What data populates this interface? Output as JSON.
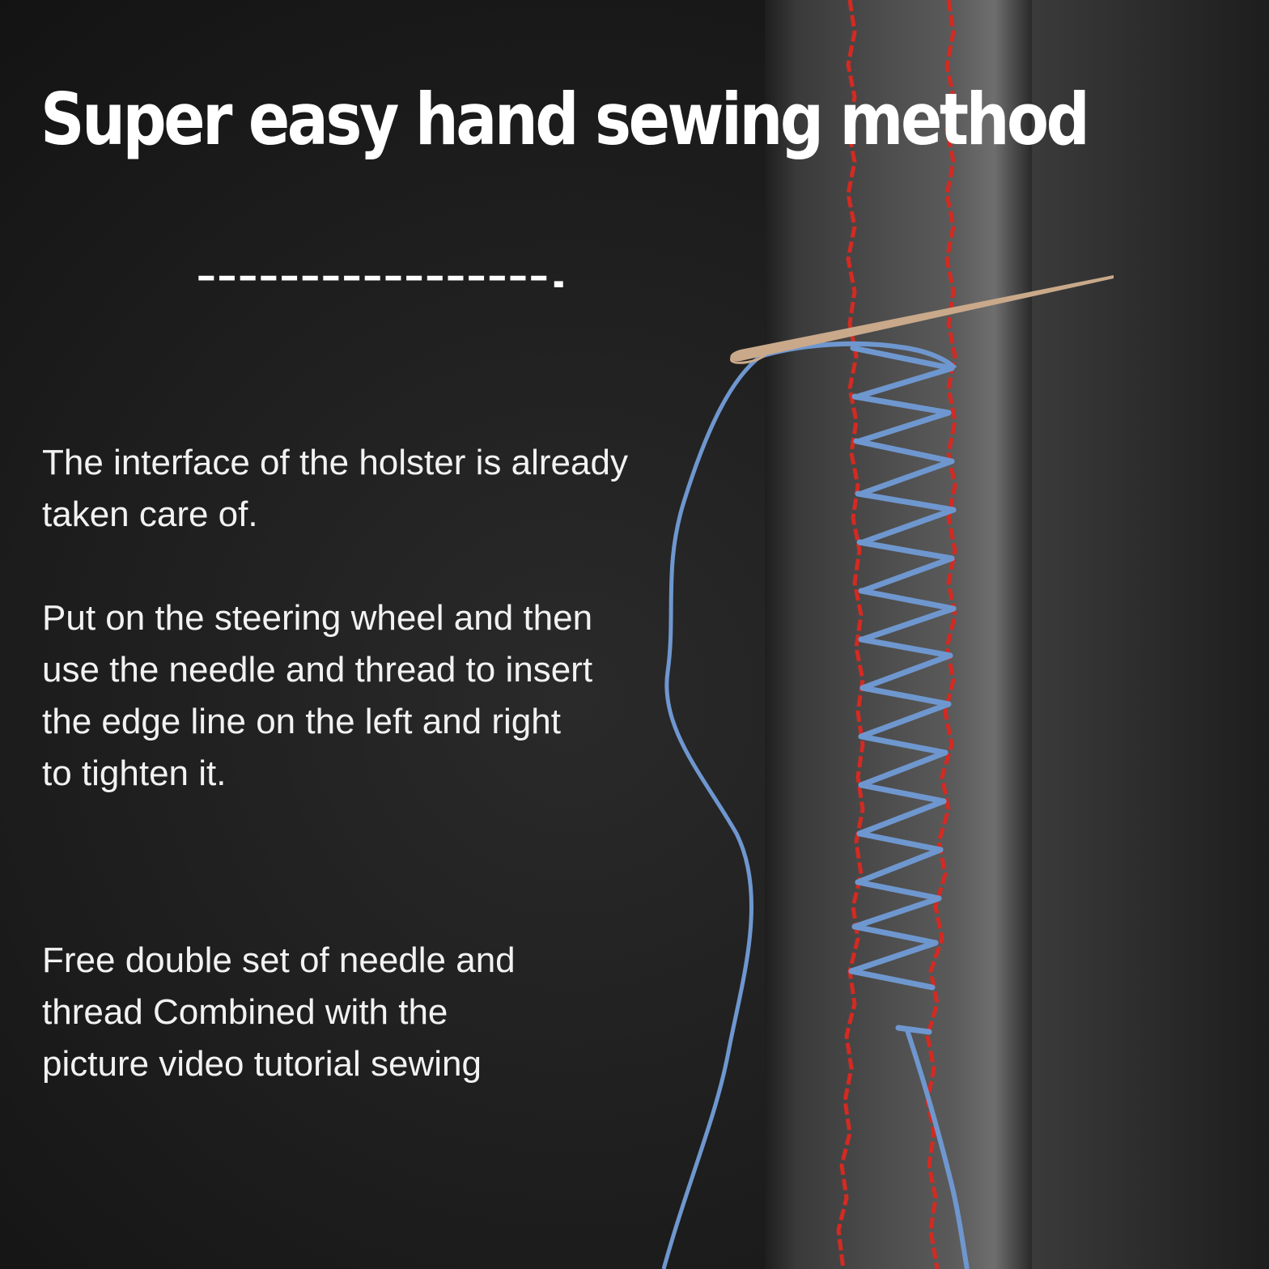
{
  "headline": "Super easy hand sewing method",
  "divider": "-----------------.",
  "paragraphs": [
    {
      "lines": [
        "The interface of the holster is already",
        "taken care of."
      ]
    },
    {
      "lines": [
        "Put on the steering wheel and then",
        "use the needle and thread to insert",
        "the edge line on the left and right",
        "to tighten it."
      ]
    },
    {
      "lines": [
        "Free double set of needle and",
        "thread Combined with the",
        "picture video tutorial sewing"
      ]
    }
  ],
  "colors": {
    "background": "#1b1b1b",
    "leather_strip": "#4a4a4a",
    "red_stitch": "#d42a22",
    "blue_thread": "#6f97cf",
    "needle": "#c9a98a",
    "text": "#ffffff"
  }
}
